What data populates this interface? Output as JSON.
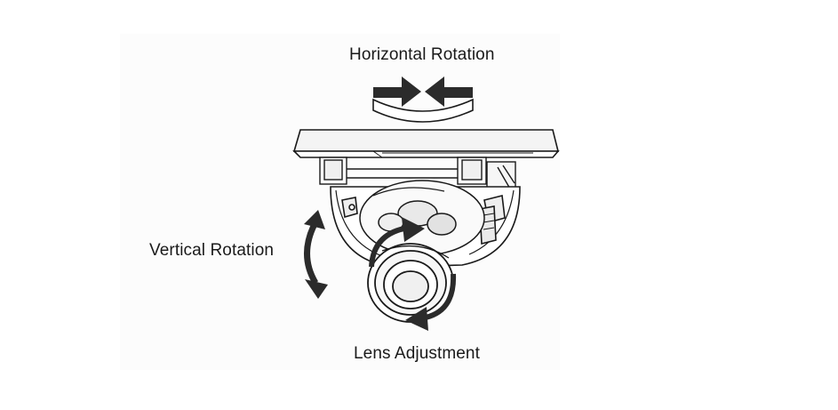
{
  "labels": {
    "horizontal_rotation": "Horizontal Rotation",
    "vertical_rotation": "Vertical Rotation",
    "lens_adjustment": "Lens Adjustment"
  },
  "colors": {
    "line": "#1a1a1a",
    "fill_light": "#ffffff",
    "fill_shade": "#f2f2f2",
    "arrow": "#2b2b2b"
  }
}
